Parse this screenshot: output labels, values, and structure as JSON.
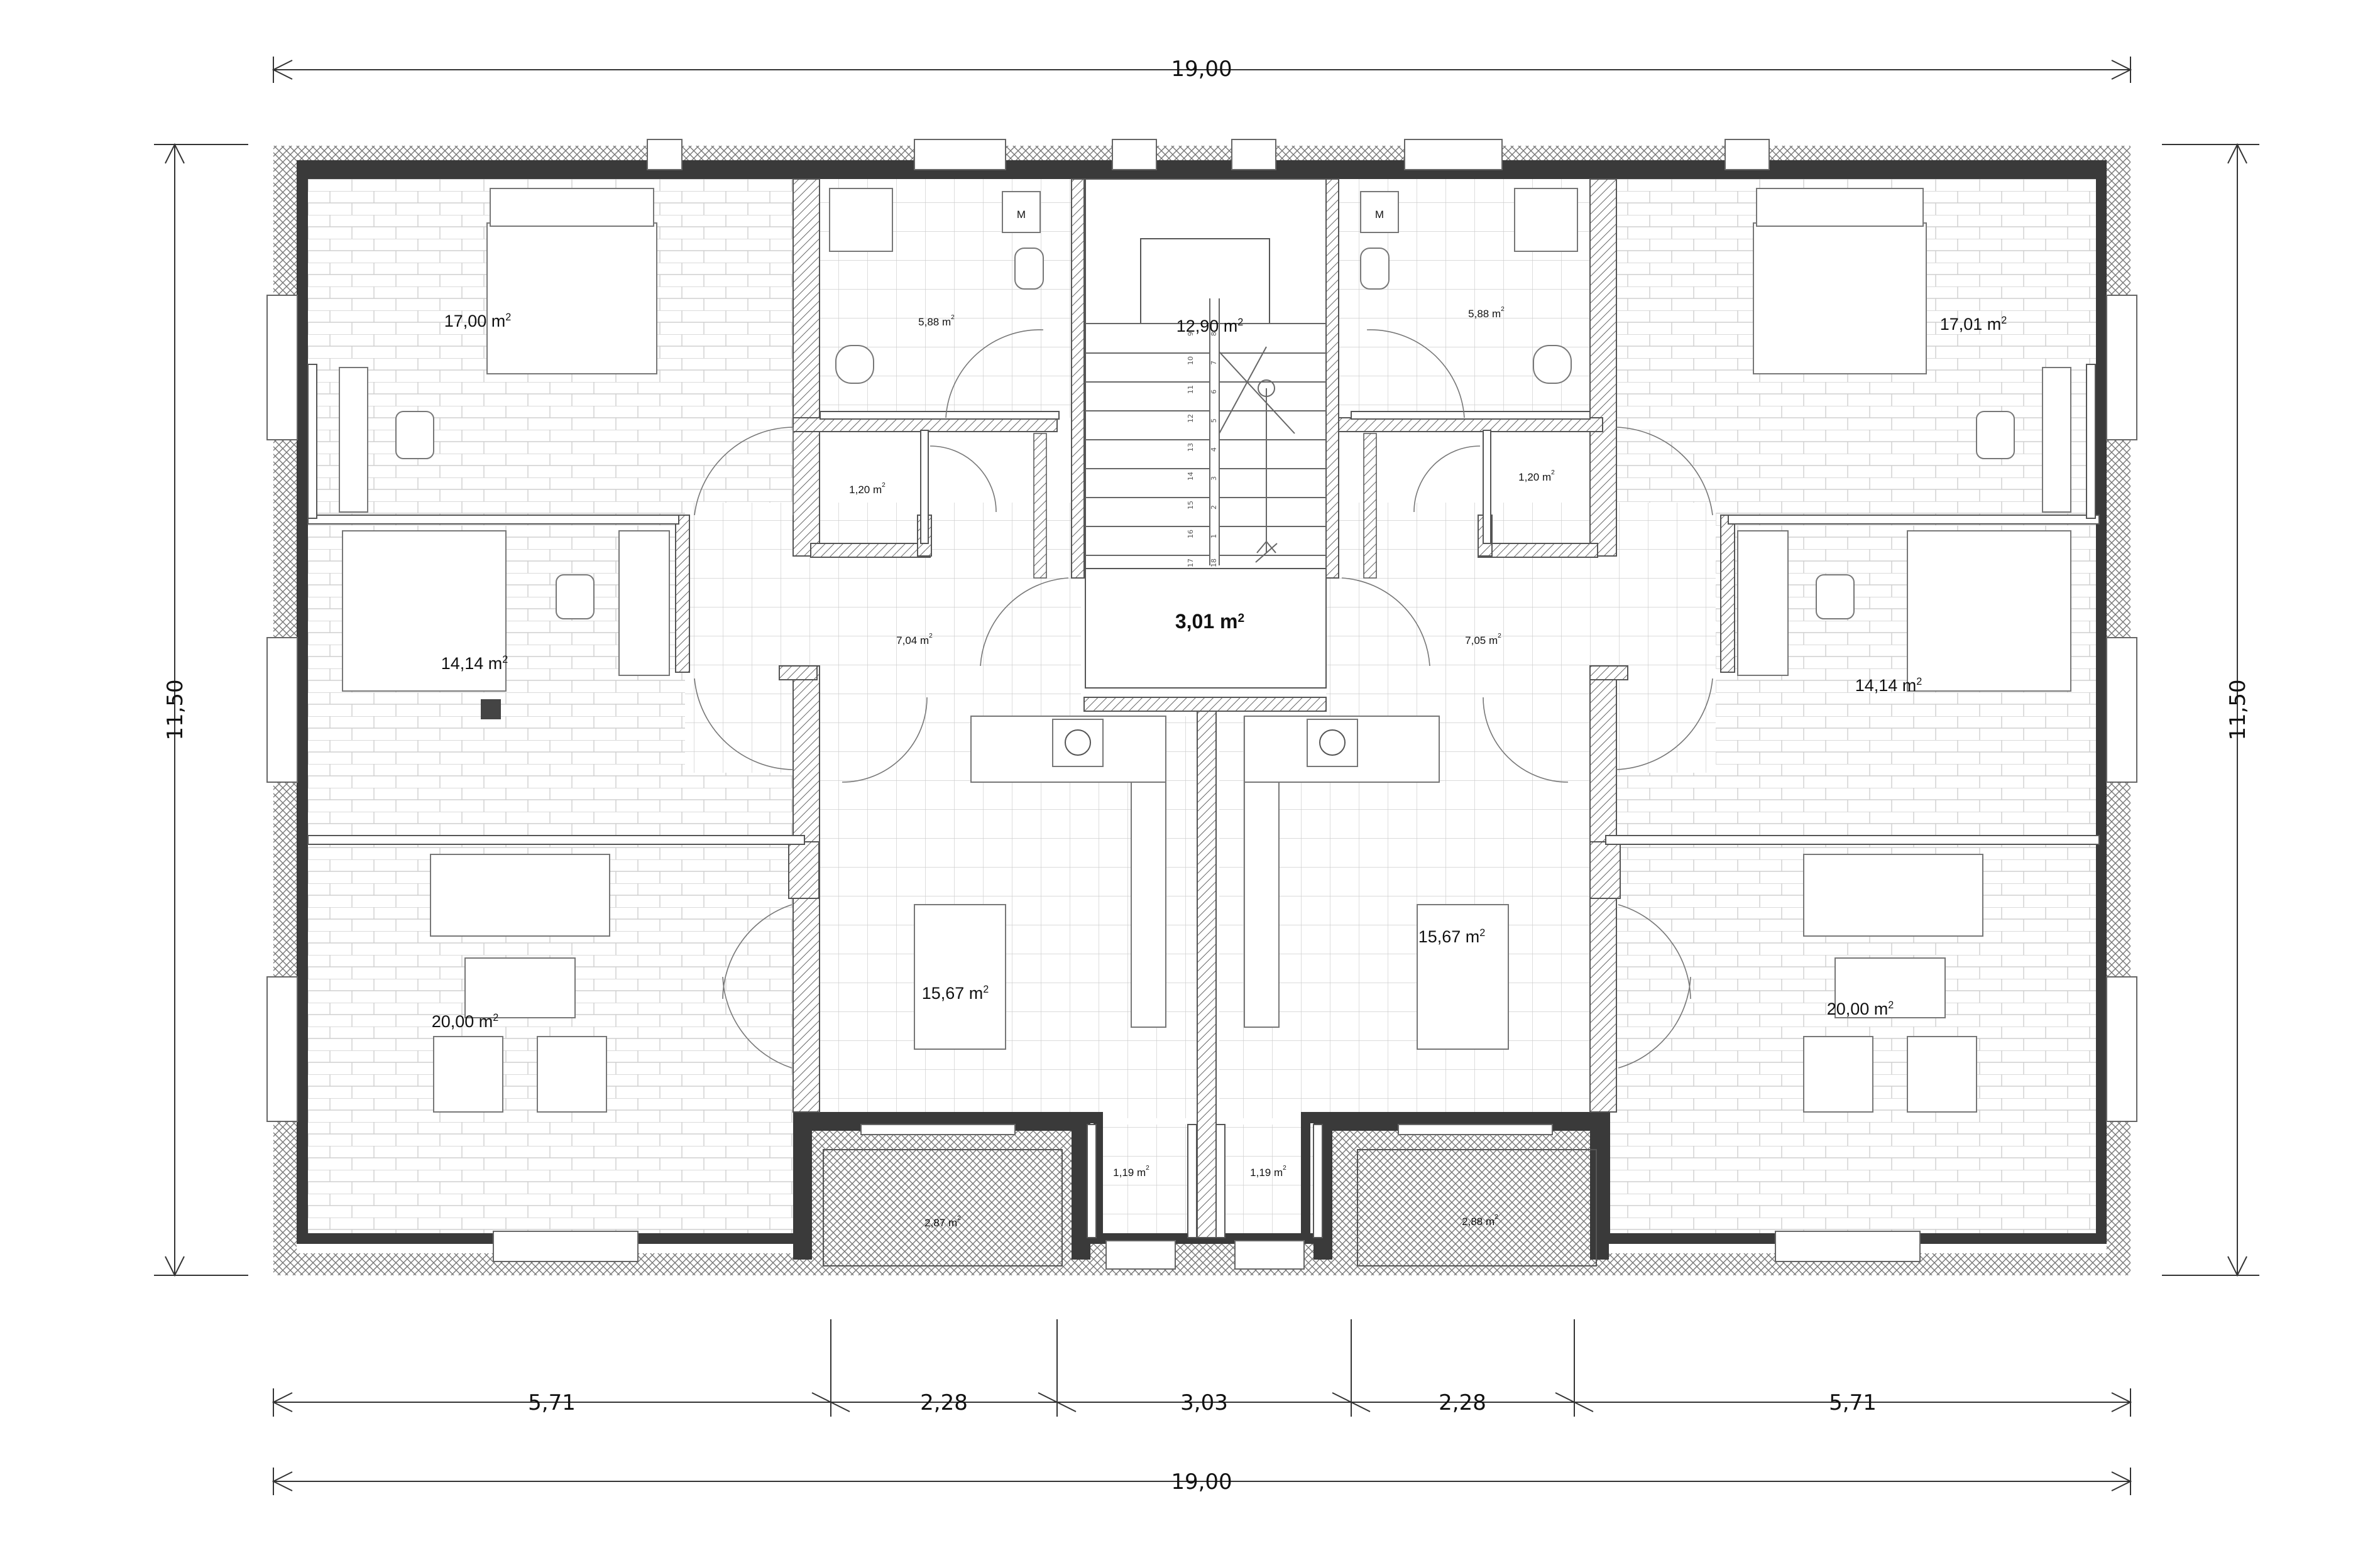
{
  "dimensions": {
    "top_total": "19,00",
    "bottom_total": "19,00",
    "left_height": "11,50",
    "right_height": "11,50",
    "bottom_segments": [
      "5,71",
      "2,28",
      "3,03",
      "2,28",
      "5,71"
    ]
  },
  "rooms": [
    {
      "id": "bedroom-left",
      "area": "17,00 m",
      "size": "md"
    },
    {
      "id": "bath-left",
      "area": "5,88 m",
      "size": "sm"
    },
    {
      "id": "wc-left",
      "area": "1,20 m",
      "size": "sm"
    },
    {
      "id": "staircase",
      "area": "12,90 m",
      "size": "md"
    },
    {
      "id": "landing",
      "area": "3,01 m",
      "size": "lg"
    },
    {
      "id": "bath-right",
      "area": "5,88 m",
      "size": "sm"
    },
    {
      "id": "wc-right",
      "area": "1,20 m",
      "size": "sm"
    },
    {
      "id": "bedroom-right",
      "area": "17,01 m",
      "size": "md"
    },
    {
      "id": "office-left",
      "area": "14,14 m",
      "size": "md"
    },
    {
      "id": "hall-left",
      "area": "7,04 m",
      "size": "sm"
    },
    {
      "id": "hall-right",
      "area": "7,05 m",
      "size": "sm"
    },
    {
      "id": "office-right",
      "area": "14,14 m",
      "size": "md"
    },
    {
      "id": "living-left",
      "area": "20,00 m",
      "size": "md"
    },
    {
      "id": "kitchen-left",
      "area": "15,67 m",
      "size": "md"
    },
    {
      "id": "kitchen-right",
      "area": "15,67 m",
      "size": "md"
    },
    {
      "id": "living-right",
      "area": "20,00 m",
      "size": "md"
    },
    {
      "id": "balcony-left",
      "area": "2,87 m",
      "size": "sm"
    },
    {
      "id": "storage-left",
      "area": "1,19 m",
      "size": "sm"
    },
    {
      "id": "storage-right",
      "area": "1,19 m",
      "size": "sm"
    },
    {
      "id": "balcony-right",
      "area": "2,88 m",
      "size": "sm"
    }
  ],
  "area_unit_superscript": "2",
  "washer_label": "M",
  "stair_steps": [
    "9",
    "10",
    "11",
    "12",
    "13",
    "14",
    "15",
    "16",
    "17",
    "8",
    "7",
    "6",
    "5",
    "4",
    "3",
    "2",
    "1",
    "18"
  ]
}
